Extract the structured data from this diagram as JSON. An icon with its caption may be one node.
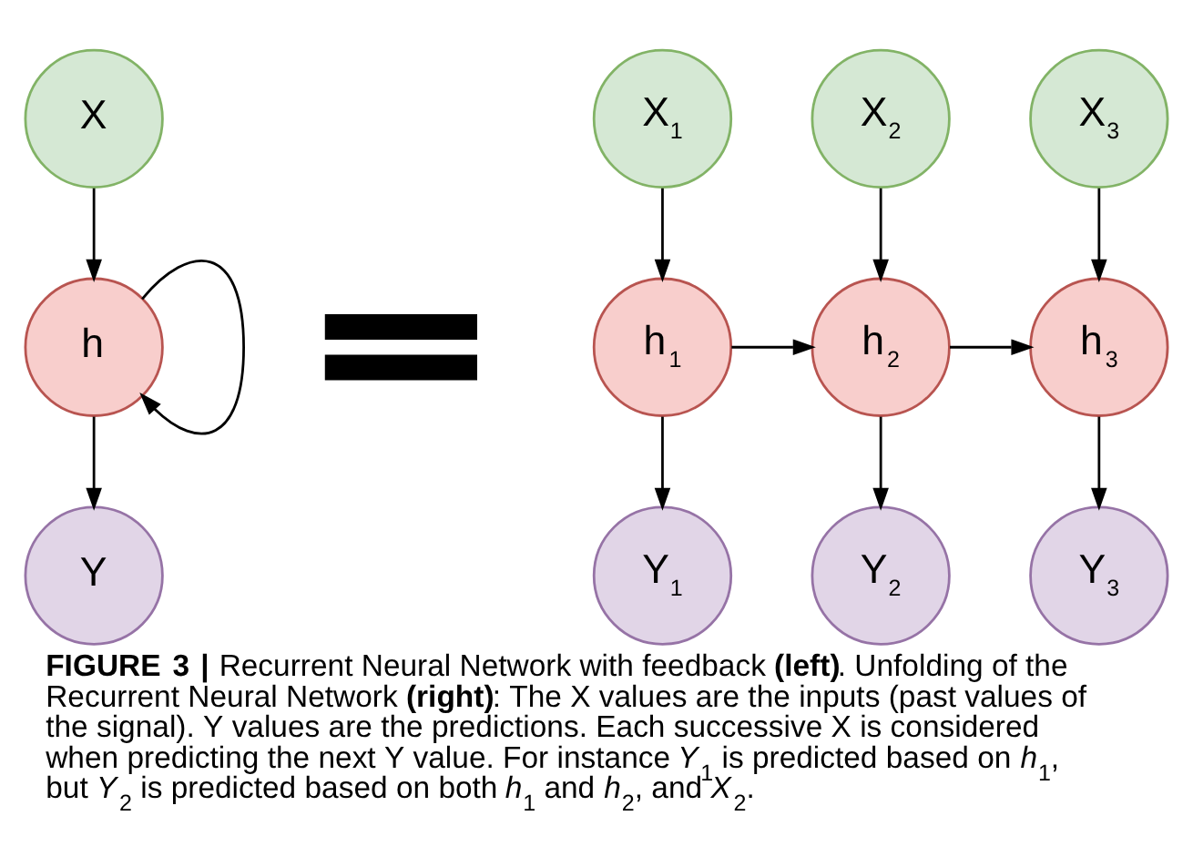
{
  "diagram": {
    "caption": "**FIGURE 3 |** Recurrent Neural Network with feedback **(left)**. Unfolding of the Recurrent Neural Network **(right)**: The X values are the inputs (past values of the signal). Y values are the predictions. Each successive X is considered when predicting the next Y value. For instance *Y*$_{1}$ is predicted based on *h*$_{1}$, but *Y*$_{2}$ is predicted based on both *h*$_{1}$ and *h*$_{2}$, and *X*$_{2}$.",
    "nodes": [
      {
        "text": [
          "X"
        ]
      },
      {
        "text": [
          "h"
        ]
      },
      {
        "text": [
          "Y"
        ]
      },
      {
        "text": [
          "X$_{1}$"
        ]
      },
      {
        "text": [
          "h$_{1}$"
        ]
      },
      {
        "text": [
          "Y$_{1}$"
        ]
      },
      {
        "text": [
          "X$_{2}$"
        ]
      },
      {
        "text": [
          "h$_{2}$"
        ]
      },
      {
        "text": [
          "Y$_{2}$"
        ]
      },
      {
        "text": [
          "X$_{3}$"
        ]
      },
      {
        "text": [
          "h$_{3}$"
        ]
      },
      {
        "text": [
          "Y$_{3}$"
        ]
      }
    ],
    "edges": [
      {
        "from": 0,
        "to": 1,
        "arrow": "to"
      },
      {
        "from": 1,
        "to": 1,
        "arrow": "to"
      },
      {
        "from": 1,
        "to": 2,
        "arrow": "to"
      },
      {
        "from": 3,
        "to": 4,
        "arrow": "to"
      },
      {
        "from": 4,
        "to": 5,
        "arrow": "to"
      },
      {
        "from": 4,
        "to": 7,
        "arrow": "to"
      },
      {
        "from": 6,
        "to": 7,
        "arrow": "to"
      },
      {
        "from": 7,
        "to": 8,
        "arrow": "to"
      },
      {
        "from": 7,
        "to": 10,
        "arrow": "to"
      },
      {
        "from": 9,
        "to": 10,
        "arrow": "to"
      },
      {
        "from": 10,
        "to": 11,
        "arrow": "to"
      }
    ]
  }
}
